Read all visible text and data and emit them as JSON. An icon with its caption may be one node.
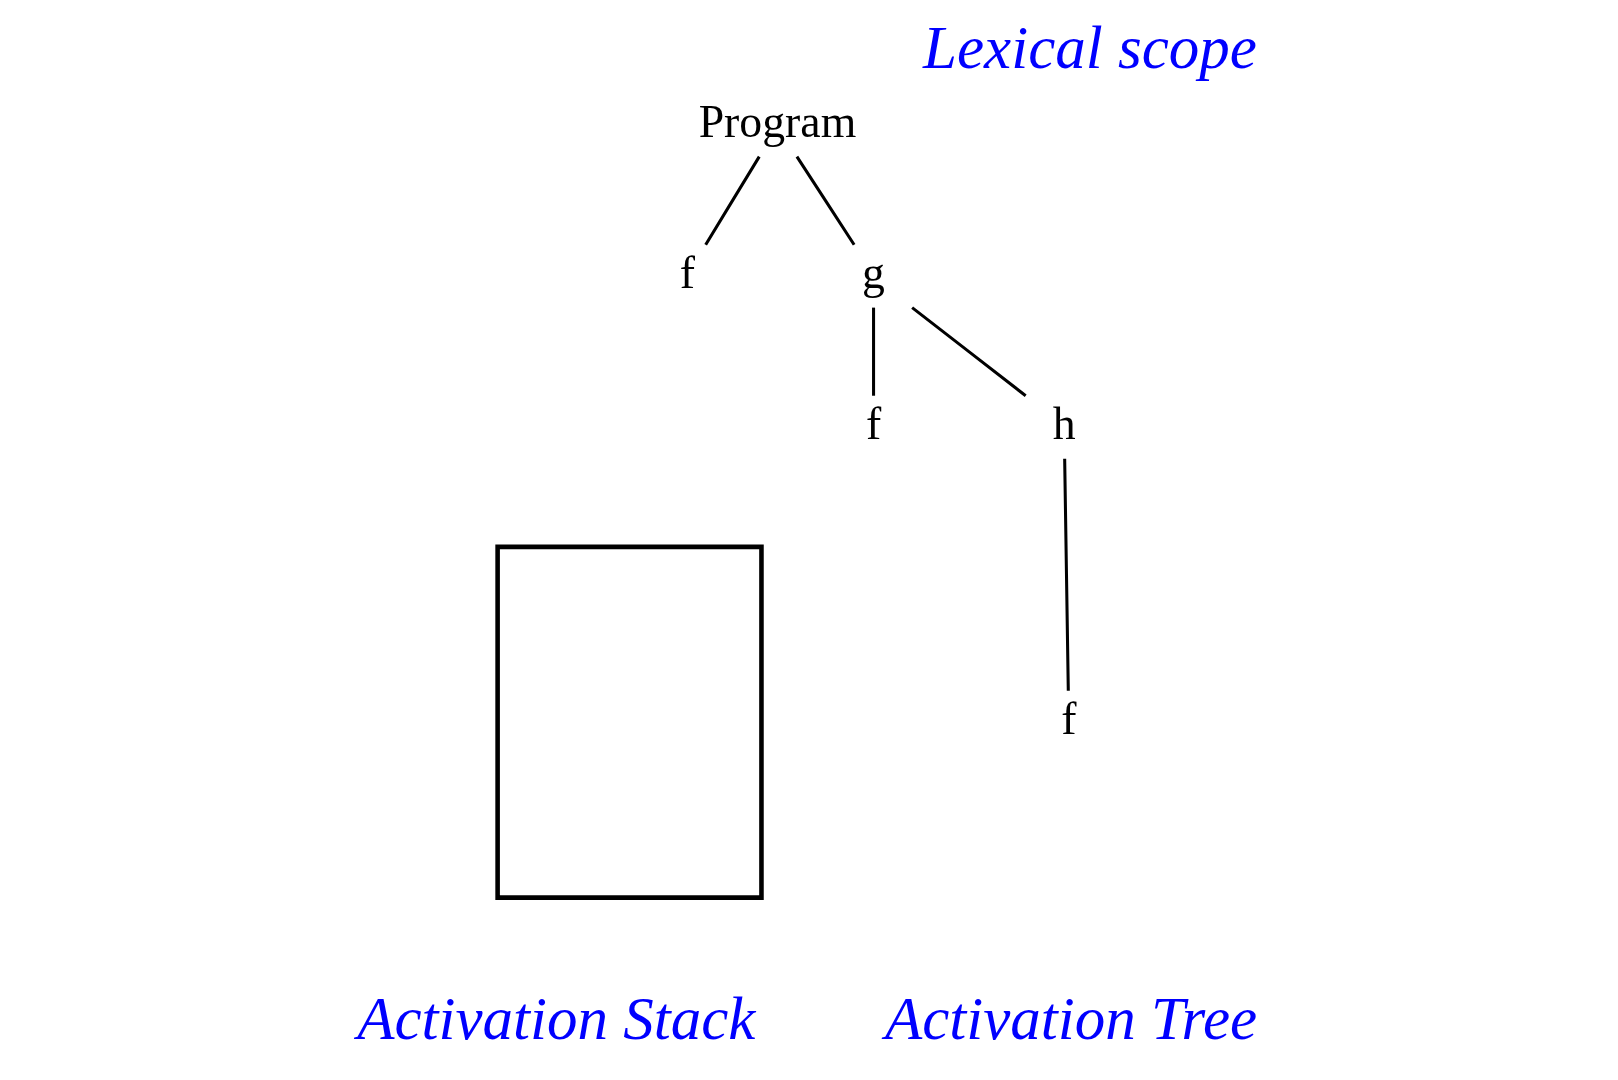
{
  "diagram": {
    "title": "Lexical scope",
    "nodes": [
      {
        "text": [
          "Program"
        ]
      },
      {
        "text": [
          "f"
        ]
      },
      {
        "text": [
          "g"
        ]
      },
      {
        "text": [
          "f"
        ]
      },
      {
        "text": [
          "h"
        ]
      },
      {
        "text": [
          "f"
        ]
      },
      {
        "text": [],
        "shape": "box"
      }
    ],
    "edges": [
      {
        "from": 0,
        "to": 1,
        "arrow": "none"
      },
      {
        "from": 0,
        "to": 2,
        "arrow": "none"
      },
      {
        "from": 2,
        "to": 3,
        "arrow": "none"
      },
      {
        "from": 2,
        "to": 4,
        "arrow": "none"
      },
      {
        "from": 4,
        "to": 5,
        "arrow": "none"
      }
    ],
    "labels": [
      "Activation Stack",
      "Activation Tree"
    ]
  }
}
